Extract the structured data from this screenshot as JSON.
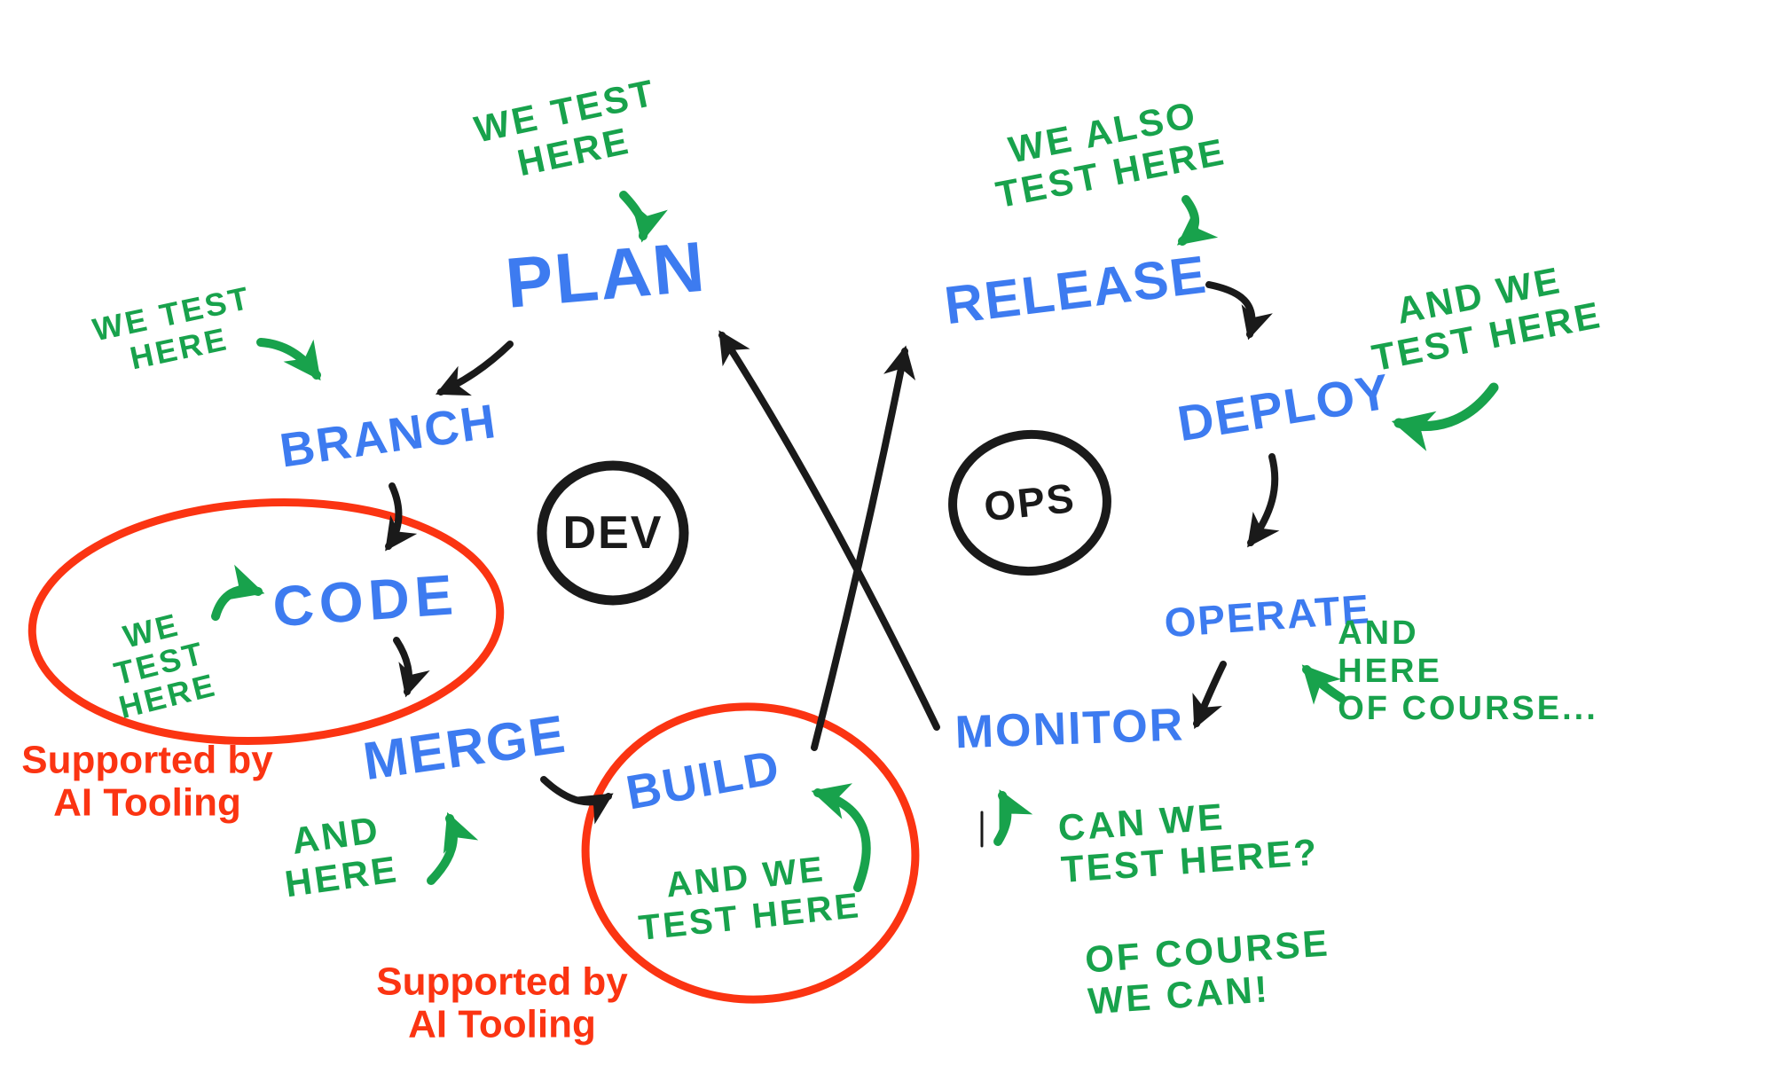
{
  "title": "Hand-drawn DevOps infinity loop with testing annotations",
  "colors": {
    "background": "#ffffff",
    "stage_blue": "#3d7bf0",
    "note_green": "#18a24c",
    "highlight_red": "#fb3412",
    "ink_black": "#1a1a1a"
  },
  "loops": {
    "dev": "DEV",
    "ops": "OPS"
  },
  "stages": {
    "plan": "PLAN",
    "branch": "BRANCH",
    "code": "CODE",
    "merge": "MERGE",
    "build": "BUILD",
    "release": "RELEASE",
    "deploy": "DEPLOY",
    "operate": "OPERATE",
    "monitor": "MONITOR"
  },
  "notes": {
    "plan": "WE TEST\nHERE",
    "branch": "WE TEST\nHERE",
    "code": "WE\nTEST\nHERE",
    "merge": "AND\nHERE",
    "build": "AND WE\nTEST HERE",
    "release": "WE ALSO\nTEST HERE",
    "deploy": "AND WE\nTEST HERE",
    "operate": "AND\nHERE\nOF COURSE...",
    "monitor_question": "CAN WE\nTEST HERE?",
    "monitor_answer": "OF COURSE\nWE CAN!"
  },
  "captions": {
    "code_supported": "Supported by\nAI Tooling",
    "build_supported": "Supported by\nAI Tooling"
  }
}
